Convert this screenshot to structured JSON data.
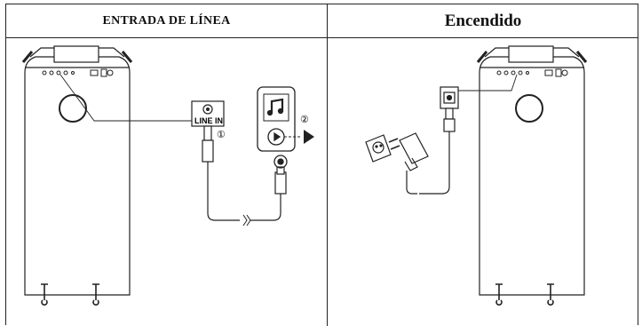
{
  "headers": {
    "left": "ENTRADA DE LÍNEA",
    "right": "Encendido"
  },
  "left_panel": {
    "port_label": "LINE IN",
    "step1": "①",
    "step2": "②"
  }
}
